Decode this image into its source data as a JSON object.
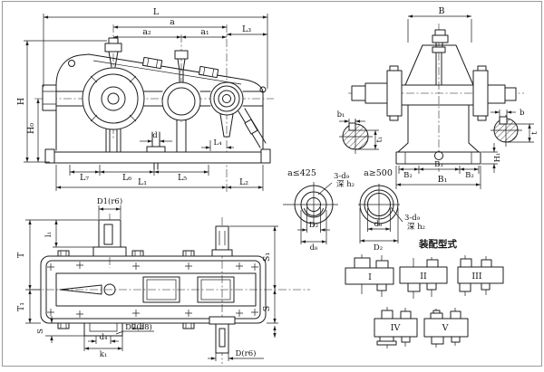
{
  "colors": {
    "line": "#1c1c1c",
    "background": "#ffffff"
  },
  "front_view": {
    "L": "L",
    "a": "a",
    "a2": "a₂",
    "a1": "a₁",
    "L3": "L₃",
    "H": "H",
    "H0": "H₀",
    "d": "d",
    "L4": "L₄",
    "L7": "L₇",
    "L6": "L₆",
    "L5": "L₅",
    "L1": "L₁",
    "L2": "L₂"
  },
  "side_view": {
    "B": "B",
    "b1": "b₁",
    "t1": "t₁",
    "b": "b",
    "t": "t",
    "B2_left": "B₂",
    "B3": "B₃",
    "B2_right": "B₂",
    "B1": "B₁",
    "H1": "H₁"
  },
  "hole_details": {
    "small_center_distance": "a≤425",
    "large_center_distance": "a≥500",
    "holes_label": "3-d₉",
    "depth_label": "深 h₂",
    "D2": "D₂",
    "d8": "d₈"
  },
  "plan_view": {
    "D1": "D1(r6)",
    "l1": "l₁",
    "T": "T",
    "T1": "T₁",
    "S1": "S₁",
    "S": "S",
    "s": "S",
    "D2h8": "D2(h8)",
    "d4": "d₄",
    "k1": "k₁",
    "D": "D(r6)"
  },
  "assembly": {
    "title": "装配型式",
    "types": [
      "I",
      "II",
      "III",
      "IV",
      "V"
    ]
  }
}
